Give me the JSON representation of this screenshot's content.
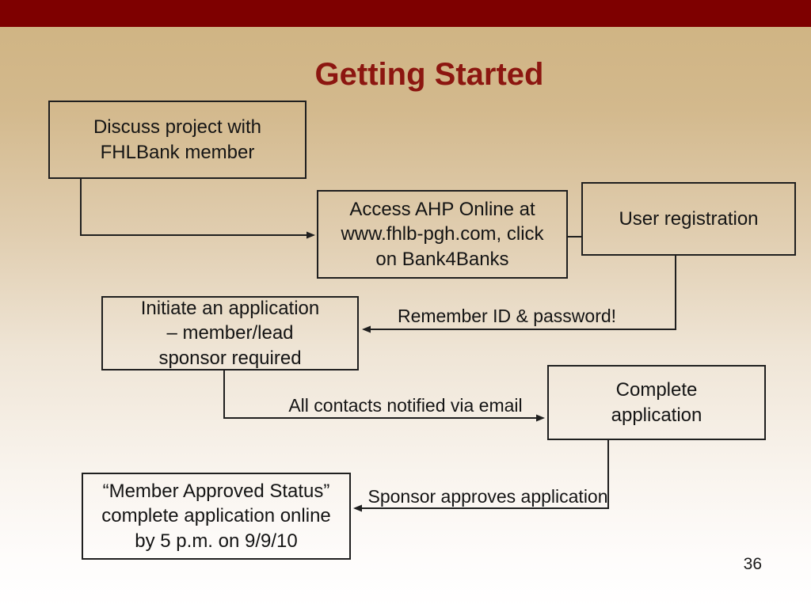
{
  "slide": {
    "title": "Getting Started",
    "page_number": "36",
    "colors": {
      "top_bar": "#7E0000",
      "title_text": "#8C1610",
      "background_top": "#CFB381",
      "background_bottom": "#FFFFFF",
      "box_border": "#1F1F1F",
      "body_text": "#141414"
    }
  },
  "flowchart": {
    "boxes": [
      {
        "id": "discuss-project",
        "text": "Discuss project with\nFHLBank member"
      },
      {
        "id": "access-ahp-online",
        "text": "Access AHP Online at\nwww.fhlb-pgh.com, click\non Bank4Banks"
      },
      {
        "id": "user-registration",
        "text": "User registration"
      },
      {
        "id": "initiate-application",
        "text": "Initiate an application\n– member/lead\nsponsor required"
      },
      {
        "id": "complete-application",
        "text": "Complete\napplication"
      },
      {
        "id": "member-approved-status",
        "text": "“Member Approved Status”\ncomplete application online\nby 5 p.m. on 9/9/10"
      }
    ],
    "edge_labels": [
      {
        "id": "remember-id-password",
        "text": "Remember ID & password!"
      },
      {
        "id": "contacts-notified",
        "text": "All contacts notified via email"
      },
      {
        "id": "sponsor-approves",
        "text": "Sponsor approves application"
      }
    ]
  }
}
